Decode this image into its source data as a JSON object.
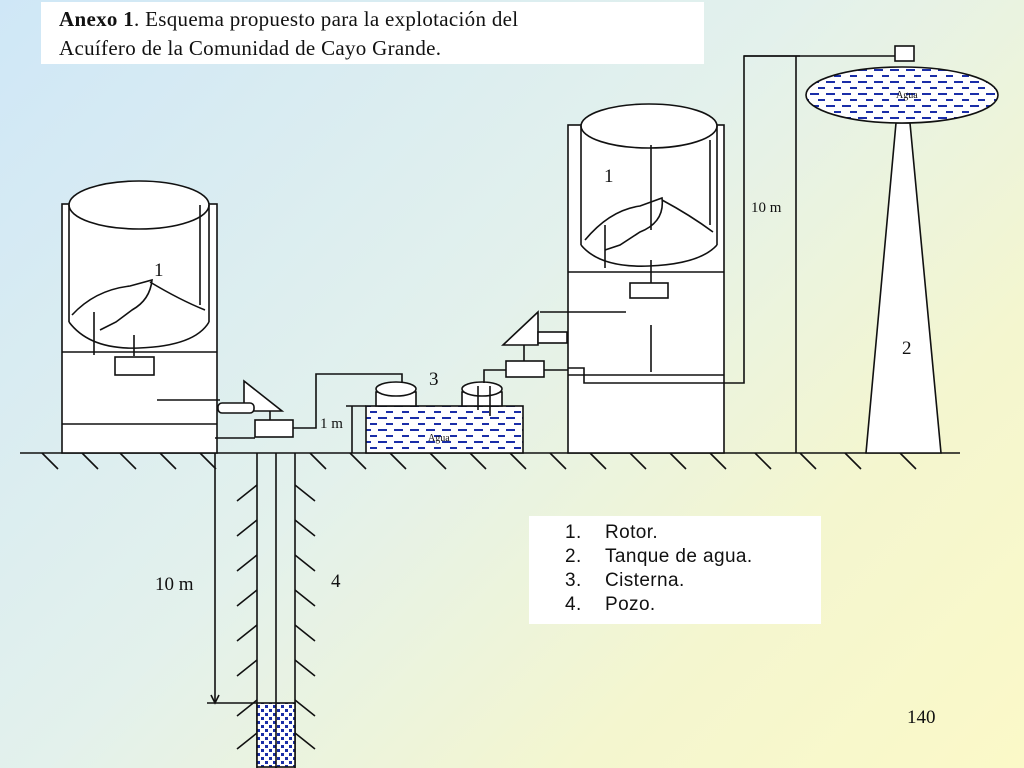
{
  "caption": {
    "prefix": "Anexo 1",
    "line1_rest": ". Esquema propuesto para la explotación del",
    "line2": "Acuífero de la Comunidad de Cayo Grande."
  },
  "labels": {
    "rotor_left": "1",
    "rotor_right": "1",
    "tank": "2",
    "cistern": "3",
    "well": "4",
    "tank_height": "10 m",
    "cistern_height": "1 m",
    "well_depth": "10 m",
    "water_tank": "Agua",
    "water_cistern": "Agua"
  },
  "legend": {
    "items": [
      {
        "num": "1.",
        "text": "Rotor."
      },
      {
        "num": "2.",
        "text": "Tanque de agua."
      },
      {
        "num": "3.",
        "text": "Cisterna."
      },
      {
        "num": "4.",
        "text": "Pozo."
      }
    ]
  },
  "page_number": "140"
}
